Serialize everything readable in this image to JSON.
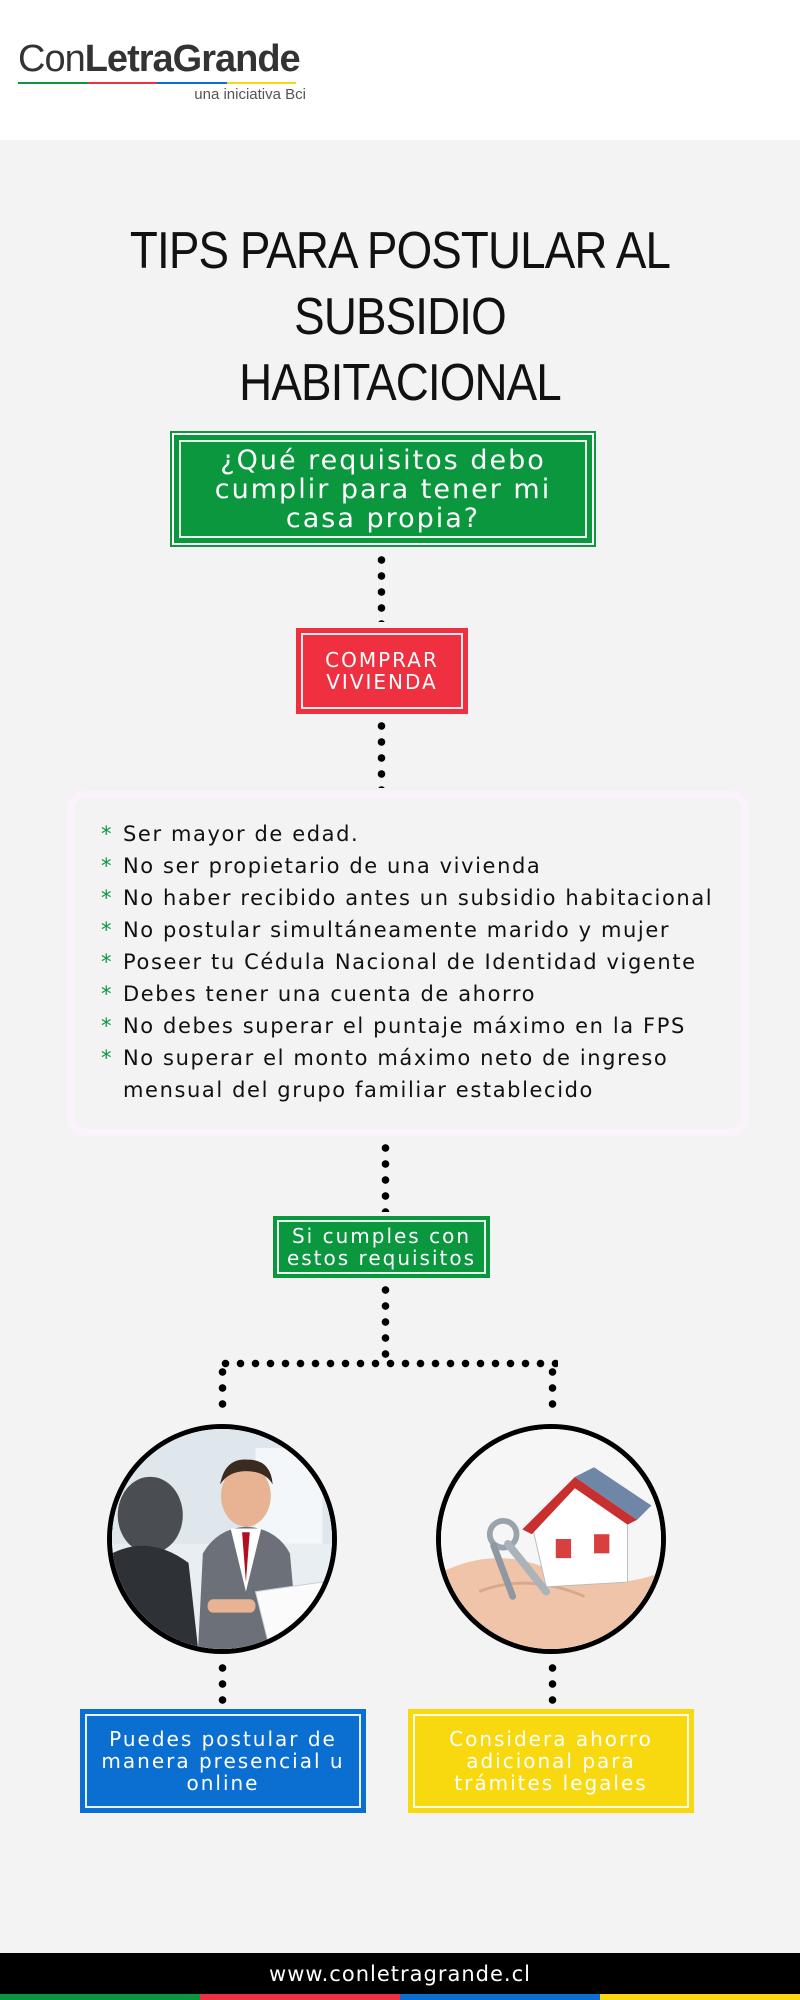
{
  "header": {
    "logo_thin": "Con",
    "logo_bold": "LetraGrande",
    "logo_tagline": "una iniciativa Bci"
  },
  "title": {
    "line1": "TIPS PARA POSTULAR AL SUBSIDIO",
    "line2": "HABITACIONAL"
  },
  "question": {
    "line1": "¿Qué requisitos debo",
    "line2": "cumplir para tener mi",
    "line3": "casa propia?"
  },
  "comprar": {
    "line1": "COMPRAR",
    "line2": "VIVIENDA"
  },
  "requirements": {
    "bullet": "*",
    "items": [
      "Ser mayor de edad.",
      "No ser propietario de una vivienda",
      "No haber recibido antes un subsidio habitacional",
      "No postular simultáneamente marido y mujer",
      "Poseer tu Cédula Nacional de Identidad vigente",
      "Debes tener una cuenta de ahorro",
      "No debes superar el puntaje máximo en la FPS",
      "No superar el monto máximo neto de ingreso"
    ],
    "last_continuation": "mensual del grupo familiar establecido"
  },
  "si_cumples": {
    "line1": "Si cumples con",
    "line2": "estos requisitos"
  },
  "option_left": {
    "image": "businessman-interview-photo",
    "line1": "Puedes postular de",
    "line2": "manera presencial u",
    "line3": "online"
  },
  "option_right": {
    "image": "house-keys-hand-photo",
    "line1": "Considera ahorro",
    "line2": "adicional para",
    "line3": "trámites legales"
  },
  "footer": {
    "url": "www.conletragrande.cl"
  },
  "colors": {
    "green": "#0a973e",
    "red": "#ee3040",
    "blue": "#0a6fd0",
    "yellow": "#f8d90f",
    "stripe": [
      "#0a973e",
      "#ee3040",
      "#0a6fd0",
      "#f8d90f"
    ]
  }
}
